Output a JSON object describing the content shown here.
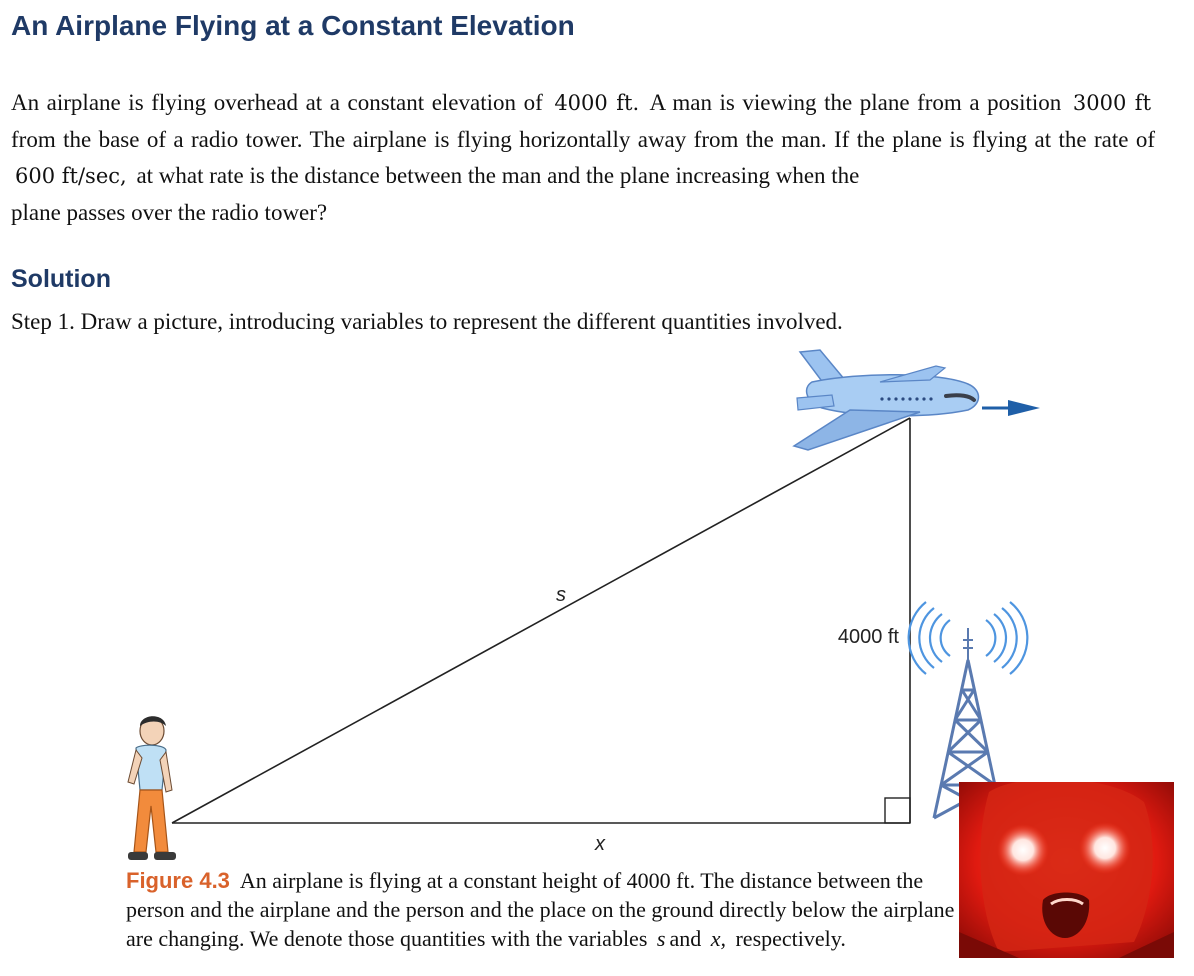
{
  "title": "An Airplane Flying at a Constant Elevation",
  "problem": {
    "p1": "An airplane is flying overhead at a constant elevation of",
    "elevation": "4000 ft.",
    "p2": "A man is viewing the plane from a position",
    "distance": "3000 ft",
    "p3": "from the base of a radio tower. The airplane is flying horizontally away from the man. If the plane is flying at the rate of",
    "rate": "600 ft/sec,",
    "p4": "at what rate is the distance between the man and the plane increasing when the",
    "p5": "plane passes over the radio tower?"
  },
  "solution_heading": "Solution",
  "step1": "Step 1. Draw a picture, introducing variables to represent the different quantities involved.",
  "figure": {
    "label_s": "s",
    "label_height": "4000 ft",
    "label_x": "x",
    "caption_label": "Figure 4.3",
    "caption_line1": "An airplane is flying at a constant height of 4000 ft. The distance between the",
    "caption_line2": "person and the airplane and the person and the place on the ground directly below the airplane",
    "caption_line3a": "are changing. We denote those quantities with the variables",
    "caption_var_s": "s",
    "caption_and": "and",
    "caption_var_x": "x,",
    "caption_line3b": "respectively."
  },
  "colors": {
    "heading": "#1f3a66",
    "figure_label": "#d9622b",
    "plane_body": "#8fb8ea",
    "arrow": "#1f5fa8",
    "tower": "#5a7ab0",
    "waves": "#4e95e0"
  }
}
